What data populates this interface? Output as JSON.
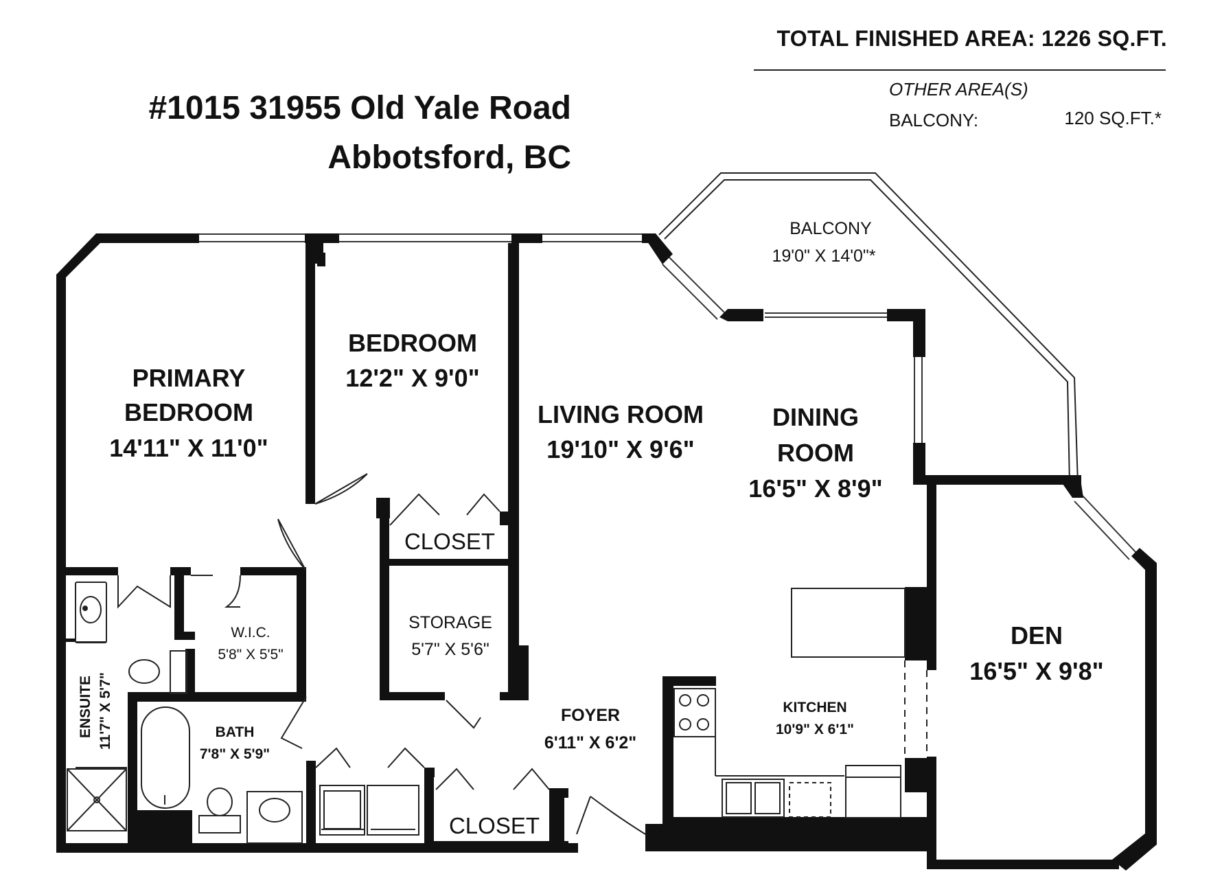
{
  "header": {
    "total_area": "TOTAL FINISHED AREA: 1226 SQ.FT.",
    "other_areas_label": "OTHER AREA(S)",
    "balcony_label": "BALCONY:",
    "balcony_value": "120 SQ.FT.*",
    "address_line1": "#1015 31955 Old Yale Road",
    "address_line2": "Abbotsford, BC"
  },
  "rooms": {
    "primary_bedroom": {
      "name1": "PRIMARY",
      "name2": "BEDROOM",
      "dims": "14'11\" X 11'0\""
    },
    "bedroom": {
      "name": "BEDROOM",
      "dims": "12'2\" X 9'0\""
    },
    "living_room": {
      "name": "LIVING ROOM",
      "dims": "19'10\" X 9'6\""
    },
    "dining_room": {
      "name1": "DINING",
      "name2": "ROOM",
      "dims": "16'5\" X 8'9\""
    },
    "balcony": {
      "name": "BALCONY",
      "dims": "19'0\" X 14'0\"*"
    },
    "closet_upper": {
      "name": "CLOSET"
    },
    "storage": {
      "name": "STORAGE",
      "dims": "5'7\" X 5'6\""
    },
    "wic": {
      "name": "W.I.C.",
      "dims": "5'8\" X 5'5\""
    },
    "ensuite": {
      "name": "ENSUITE",
      "dims": "11'7\" X 5'7\""
    },
    "bath": {
      "name": "BATH",
      "dims": "7'8\" X 5'9\""
    },
    "foyer": {
      "name": "FOYER",
      "dims": "6'11\" X 6'2\""
    },
    "closet_lower": {
      "name": "CLOSET"
    },
    "kitchen": {
      "name": "KITCHEN",
      "dims": "10'9\" X 6'1\""
    },
    "den": {
      "name": "DEN",
      "dims": "16'5\" X 9'8\""
    }
  }
}
